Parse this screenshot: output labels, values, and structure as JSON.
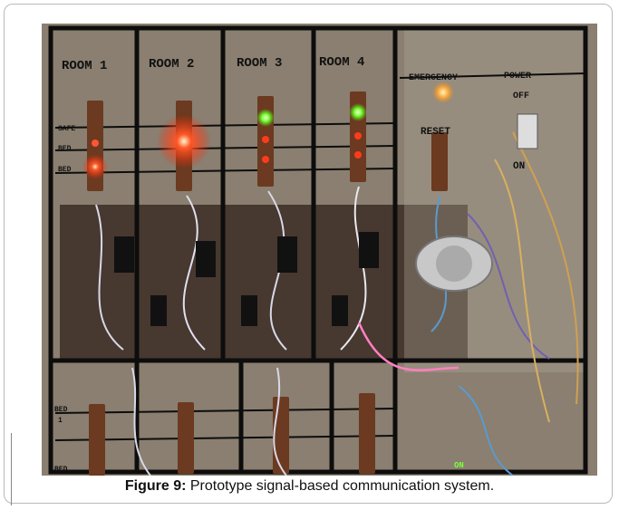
{
  "figure": {
    "label": "Figure 9:",
    "caption": "Prototype signal-based communication system."
  },
  "photo_labels": {
    "rooms": [
      "ROOM 1",
      "ROOM 2",
      "ROOM 3",
      "ROOM 4"
    ],
    "emergency": "EMERGENCY",
    "power": "POWER",
    "off": "OFF",
    "on_right": "ON",
    "reset": "RESET",
    "safe": "SAFE",
    "bed_a": "BED",
    "bed_b": "BED",
    "bed_lower_1": "BED",
    "bed_lower_1_num": "1",
    "bed_lower_2": "BED",
    "on_bottom": "ON"
  },
  "colors": {
    "red_led": "#ff3b1f",
    "green_led": "#7dff3a",
    "orange_led": "#ffb347",
    "board": "#3a2a22",
    "marker": "#0d0d0d"
  }
}
